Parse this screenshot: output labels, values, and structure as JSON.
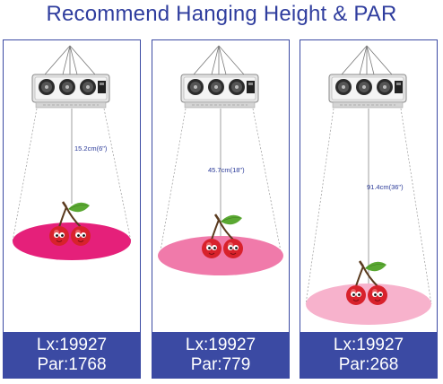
{
  "title": "Recommend Hanging Height & PAR",
  "colors": {
    "accent": "#3b4aa3",
    "title_text": "#2f3d9e",
    "disk_1": "#e5207a",
    "disk_2": "#f07aaa",
    "disk_3": "#f7b2cc"
  },
  "icons": [
    "grow-light-icon",
    "cherry-plant-icon"
  ],
  "panels": [
    {
      "height_label": "15.2cm(6\")",
      "lx": "Lx:19927",
      "par": "Par:1768"
    },
    {
      "height_label": "45.7cm(18\")",
      "lx": "Lx:19927",
      "par": "Par:779"
    },
    {
      "height_label": "91.4cm(36\")",
      "lx": "Lx:19927",
      "par": "Par:268"
    }
  ]
}
